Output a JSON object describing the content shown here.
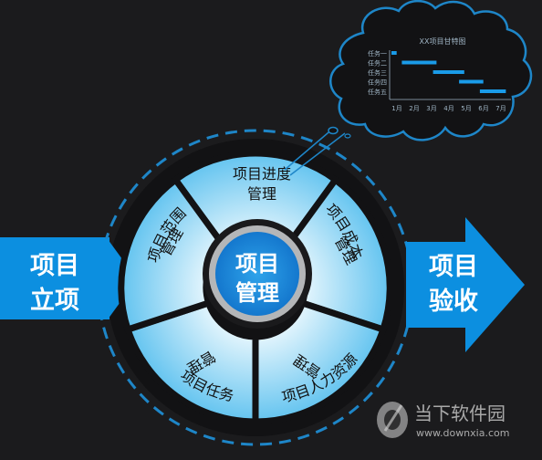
{
  "diagram": {
    "center": {
      "line1": "项目",
      "line2": "管理"
    },
    "left_arrow": {
      "line1": "项目",
      "line2": "立项"
    },
    "right_arrow": {
      "line1": "项目",
      "line2": "验收"
    },
    "segments": {
      "schedule": {
        "line1": "项目进度",
        "line2": "管理"
      },
      "cost": {
        "line1": "项目成本",
        "line2": "管理"
      },
      "hr": {
        "line1": "项目人力资源",
        "line2": "管理"
      },
      "task": {
        "line1": "项目任务",
        "line2": "管理"
      },
      "scope": {
        "line1": "项目范围",
        "line2": "管理"
      }
    }
  },
  "gantt": {
    "title": "XX项目甘特图",
    "tasks": [
      "任务一",
      "任务二",
      "任务三",
      "任务四",
      "任务五"
    ],
    "months": [
      "1月",
      "2月",
      "3月",
      "4月",
      "5月",
      "6月",
      "7月"
    ]
  },
  "watermark": {
    "name": "当下软件园",
    "url": "www.downxia.com"
  },
  "colors": {
    "background": "#1b1b1d",
    "accent": "#0c8fe0",
    "ring_dashed": "#1e86c8",
    "segment_light": "#e6f6fd",
    "segment_dark": "#5fc2ef",
    "center_fill": "#1683d8"
  }
}
